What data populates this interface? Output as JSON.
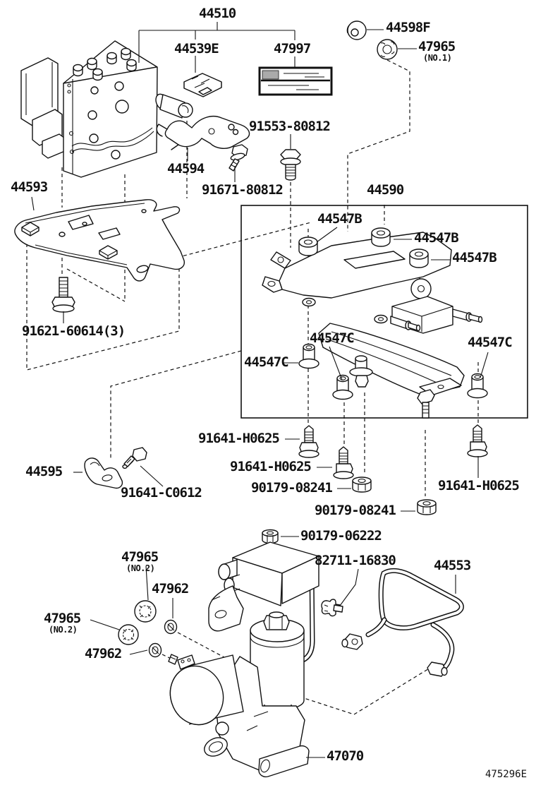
{
  "diagram": {
    "code": "475296E",
    "background": "#ffffff",
    "line_color": "#111111"
  },
  "labels": [
    {
      "text": "44510"
    },
    {
      "text": "44539E"
    },
    {
      "text": "47997"
    },
    {
      "text": "44598F"
    },
    {
      "text": "47965",
      "sub": "(NO.1)"
    },
    {
      "text": "91553-80812"
    },
    {
      "text": "44594"
    },
    {
      "text": "91671-80812"
    },
    {
      "text": "44593"
    },
    {
      "text": "91621-60614(3)"
    },
    {
      "text": "44590"
    },
    {
      "text": "44547B"
    },
    {
      "text": "44547B"
    },
    {
      "text": "44547B"
    },
    {
      "text": "44547C"
    },
    {
      "text": "44547C"
    },
    {
      "text": "44547C"
    },
    {
      "text": "91641-H0625"
    },
    {
      "text": "91641-H0625"
    },
    {
      "text": "90179-08241"
    },
    {
      "text": "90179-08241"
    },
    {
      "text": "91641-H0625"
    },
    {
      "text": "44595"
    },
    {
      "text": "91641-C0612"
    },
    {
      "text": "90179-06222"
    },
    {
      "text": "82711-16830"
    },
    {
      "text": "44553"
    },
    {
      "text": "47965",
      "sub": "(NO.2)"
    },
    {
      "text": "47962"
    },
    {
      "text": "47965",
      "sub": "(NO.2)"
    },
    {
      "text": "47962"
    },
    {
      "text": "47070"
    }
  ]
}
